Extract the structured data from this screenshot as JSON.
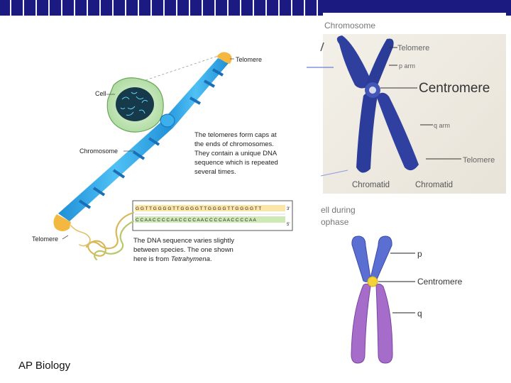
{
  "footer": {
    "course": "AP Biology"
  },
  "left_figure": {
    "labels": {
      "telomere_top": "Telomere",
      "cell": "Cell",
      "chromosome": "Chromosome",
      "telomere_bottom": "Telomere"
    },
    "caption_top": [
      "The telomeres form caps at",
      "the ends of chromosomes.",
      "They contain a unique DNA",
      "sequence which is repeated",
      "several times."
    ],
    "caption_bottom": [
      "The DNA sequence varies slightly",
      "between species. The one shown",
      "here is from "
    ],
    "caption_bottom_species": "Tetrahymena",
    "caption_bottom_end": ".",
    "dna_strand_top": "G G T T G G G G T T G G G G T T G G G G T T G G G G T T",
    "dna_strand_bottom": "C C A A C C C C A A C C C C A A C C C C A A C C C C A A",
    "strand_end_top": "3'",
    "strand_end_bottom": "5'",
    "colors": {
      "chromosome": "#2aa7e8",
      "telomere": "#f4b740",
      "cell": "#bde3b0"
    }
  },
  "right_top_figure": {
    "labels": {
      "title": "Chromosome",
      "telomere_top": "Telomere",
      "p_arm": "p arm",
      "centromere": "Centromere",
      "q_arm": "q arm",
      "telomere_bottom": "Telomere",
      "chromatid_left": "Chromatid",
      "chromatid_right": "Chromatid"
    },
    "cut_caption": [
      "ell during",
      "ophase"
    ],
    "colors": {
      "chromosome": "#2b3f9c"
    }
  },
  "right_bottom_figure": {
    "labels": {
      "p": "p",
      "centromere": "Centromere",
      "q": "q"
    },
    "colors": {
      "p_arm": "#5a6fd1",
      "q_arm": "#a66cc9",
      "centromere": "#f3d23a"
    }
  }
}
